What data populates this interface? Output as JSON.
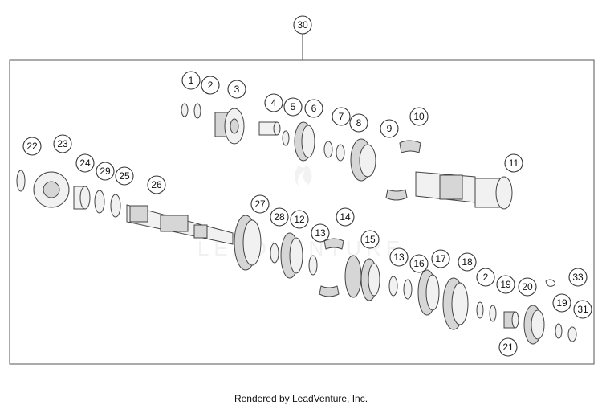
{
  "diagram": {
    "assembly_callout": "30",
    "callouts": [
      "1",
      "2",
      "3",
      "4",
      "5",
      "6",
      "7",
      "8",
      "9",
      "10",
      "11",
      "22",
      "23",
      "24",
      "29",
      "25",
      "26",
      "27",
      "28",
      "12",
      "13",
      "14",
      "15",
      "13",
      "16",
      "17",
      "18",
      "2",
      "19",
      "20",
      "33",
      "21",
      "19",
      "31"
    ]
  },
  "watermark": "LEADVENTURE",
  "footer": "Rendered by LeadVenture, Inc."
}
